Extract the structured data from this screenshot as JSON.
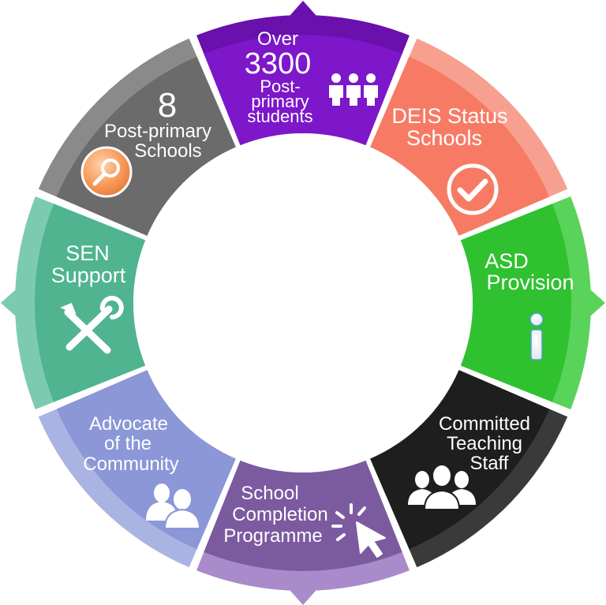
{
  "segments": [
    {
      "id": "students",
      "color": "#7d17c9",
      "edge": "#6a10ad",
      "icon": "people-icon",
      "lines": [
        "Over",
        "3300",
        "Post-",
        "primary",
        "students"
      ]
    },
    {
      "id": "deis",
      "color": "#f77b64",
      "edge": "#f7a08f",
      "icon": "checkmark-circle-icon",
      "lines": [
        "DEIS Status",
        "Schools"
      ]
    },
    {
      "id": "asd",
      "color": "#2fc12f",
      "edge": "#5ad35a",
      "icon": "info-icon",
      "lines": [
        "ASD",
        "Provision"
      ]
    },
    {
      "id": "teaching",
      "color": "#1e1e1e",
      "edge": "#3a3a3a",
      "icon": "staff-group-icon",
      "lines": [
        "Committed",
        "Teaching",
        "Staff"
      ]
    },
    {
      "id": "completion",
      "color": "#7c5aa0",
      "edge": "#a98bcb",
      "icon": "cursor-click-icon",
      "lines": [
        "School",
        "Completion",
        "Programme"
      ]
    },
    {
      "id": "community",
      "color": "#8b97d6",
      "edge": "#aab4e2",
      "icon": "two-people-icon",
      "lines": [
        "Advocate",
        "of the",
        "Community"
      ]
    },
    {
      "id": "sen",
      "color": "#4fb48f",
      "edge": "#7ccbb0",
      "icon": "tools-icon",
      "lines": [
        "SEN",
        "Support"
      ]
    },
    {
      "id": "schools",
      "color": "#6b6b6b",
      "edge": "#8a8a8a",
      "icon": "magnifier-icon",
      "lines": [
        "8",
        "Post-primary",
        "Schools"
      ]
    }
  ]
}
